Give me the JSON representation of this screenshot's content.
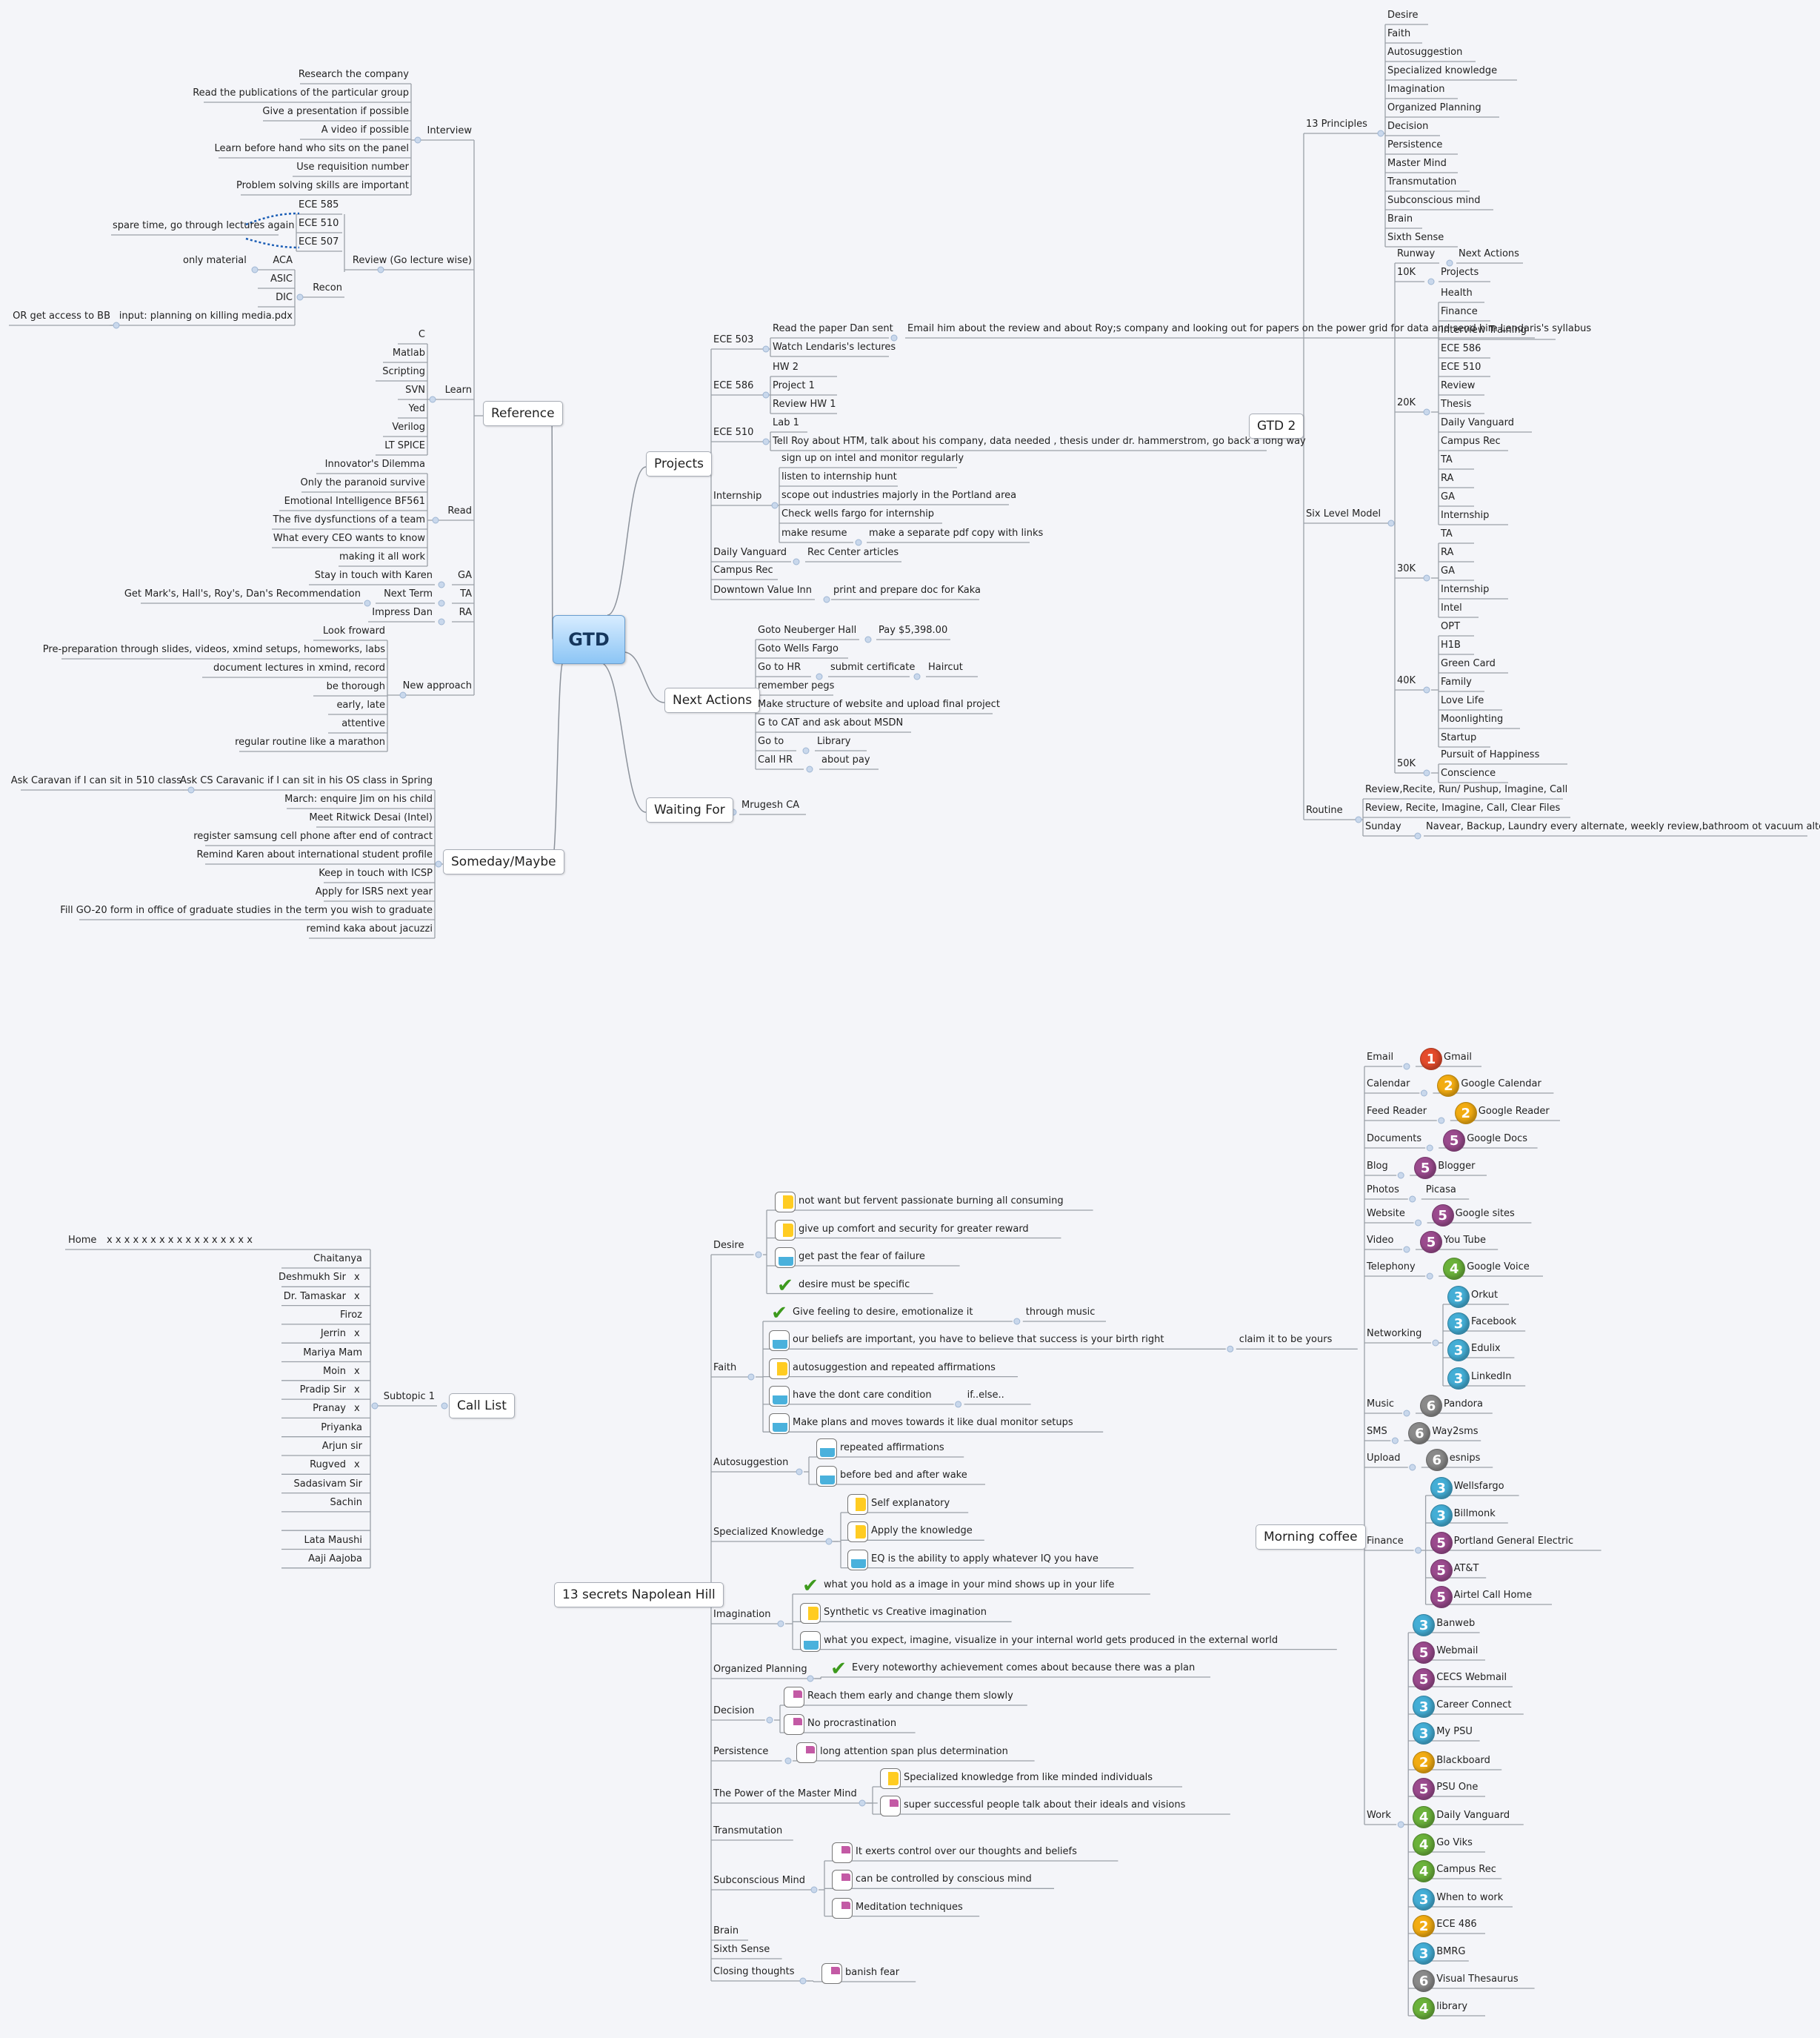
{
  "colors": {
    "background": "#f4f5f9",
    "line": "#9aa0a8",
    "root_fill": "#8cc5f5",
    "arrow": "#1a5db5",
    "priority": {
      "1": "#e44b2c",
      "2": "#f2ac12",
      "3": "#44aed6",
      "4": "#6bb23b",
      "5": "#9b4b8e",
      "6": "#8a8a8a"
    }
  },
  "gtd": {
    "title": "GTD",
    "reference": {
      "label": "Reference",
      "interview": {
        "label": "Interview",
        "items": [
          "Research the company",
          "Read the publications of the particular group",
          "Give a presentation if  possible",
          "A video if possible",
          "Learn before hand who sits on the panel",
          "Use requisition number",
          "Problem solving skills are important"
        ]
      },
      "review": {
        "label": "Review (Go lecture wise)",
        "note": "spare time, go through lectures again",
        "items": [
          "ECE 585",
          "ECE 510",
          "ECE 507"
        ]
      },
      "recon": {
        "label": "Recon",
        "aca": "ACA",
        "aca_note": "only material",
        "asic": "ASIC",
        "dic": "DIC",
        "input": "input: planning on killing media.pdx",
        "bb": "OR get access to BB"
      },
      "learn": {
        "label": "Learn",
        "items": [
          "C",
          "Matlab",
          "Scripting",
          "SVN",
          "Yed",
          "Verilog",
          "LT SPICE"
        ]
      },
      "read": {
        "label": "Read",
        "items": [
          "Innovator's Dilemma",
          "Only the paranoid survive",
          "Emotional Intelligence BF561",
          "The five dysfunctions of a team",
          "What every CEO wants to know",
          "making it all work"
        ]
      },
      "ga": {
        "label": "GA",
        "item": "Stay in touch with Karen"
      },
      "ta": {
        "label": "TA",
        "sub": "Next Term",
        "item": "Get Mark's, Hall's, Roy's, Dan's Recommendation"
      },
      "ra": {
        "label": "RA",
        "item": "Impress Dan"
      },
      "new_approach": {
        "label": "New approach",
        "items": [
          "Look froward",
          "Pre-preparation through slides, videos, xmind setups, homeworks, labs",
          "document lectures in xmind, record",
          "be thorough",
          "early, late",
          "attentive",
          "regular routine like a marathon"
        ]
      }
    },
    "someday": {
      "label": "Someday/Maybe",
      "first": "Ask CS Caravanic if I can sit in his OS class in Spring",
      "first_note": "Ask Caravan if I can sit in 510 class",
      "items": [
        "March: enquire Jim on his child",
        "Meet Ritwick Desai (Intel)",
        "register samsung cell phone after end of contract",
        "Remind Karen about international student profile",
        "Keep in touch with ICSP",
        "Apply for ISRS next year",
        "Fill GO-20 form in office of graduate studies in the term you wish to graduate",
        "remind kaka about jacuzzi"
      ]
    },
    "projects": {
      "label": "Projects",
      "ece503": {
        "label": "ECE 503",
        "paper": "Read the paper Dan sent",
        "email": "Email him about the review and about Roy;s company and looking out for papers on the power grid for data and send him Lendaris's syllabus",
        "lectures": "Watch Lendaris's lectures"
      },
      "ece586": {
        "label": "ECE 586",
        "items": [
          "HW 2",
          "Project 1",
          "Review HW 1"
        ]
      },
      "ece510": {
        "label": "ECE 510",
        "items": [
          "Lab 1",
          "Tell Roy about HTM, talk about his company, data needed , thesis under dr. hammerstrom, go back a long way"
        ]
      },
      "internship": {
        "label": "Internship",
        "items": [
          "sign up on intel and monitor regularly",
          "listen to internship hunt",
          "scope out industries majorly in the Portland area",
          "Check wells fargo for internship",
          "make resume"
        ],
        "resume_note": "make a separate pdf copy with links"
      },
      "vanguard": {
        "label": "Daily Vanguard",
        "item": "Rec Center articles"
      },
      "campus_rec": "Campus Rec",
      "downtown": {
        "label": "Downtown Value Inn",
        "item": "print and prepare doc for Kaka"
      }
    },
    "next_actions": {
      "label": "Next Actions",
      "neuberger": "Goto Neuberger Hall",
      "pay": "Pay $5,398.00",
      "wells": "Goto Wells Fargo",
      "hr": "Go to HR",
      "certificate": "submit certificate",
      "haircut": "Haircut",
      "pegs": "remember pegs",
      "website": "Make structure of website and upload final project",
      "cat": "G to CAT and ask about MSDN",
      "goto": "Go to",
      "library": "Library",
      "callhr": "Call HR",
      "aboutpay": "about pay"
    },
    "waiting": {
      "label": "Waiting For",
      "item": "Mrugesh CA"
    }
  },
  "gtd2": {
    "label": "GTD 2",
    "principles": {
      "label": "13 Principles",
      "items": [
        "Desire",
        "Faith",
        "Autosuggestion",
        "Specialized knowledge",
        "Imagination",
        "Organized Planning",
        "Decision",
        "Persistence",
        "Master Mind",
        "Transmutation",
        "Subconscious mind",
        "Brain",
        "Sixth Sense"
      ]
    },
    "six_level": {
      "label": "Six Level Model",
      "runway": {
        "label": "Runway",
        "item": "Next Actions"
      },
      "k10": {
        "label": "10K",
        "item": "Projects"
      },
      "k20": {
        "label": "20K",
        "items": [
          "Health",
          "Finance",
          "Interview Training",
          "ECE 586",
          "ECE 510",
          "Review",
          "Thesis",
          "Daily Vanguard",
          "Campus Rec",
          "TA",
          "RA",
          "GA",
          "Internship"
        ]
      },
      "k30": {
        "label": "30K",
        "items": [
          "TA",
          "RA",
          "GA",
          "Internship",
          "Intel"
        ]
      },
      "k40": {
        "label": "40K",
        "items": [
          "OPT",
          "H1B",
          "Green Card",
          "Family",
          "Love Life",
          "Moonlighting",
          "Startup"
        ]
      },
      "k50": {
        "label": "50K",
        "items": [
          "Pursuit of Happiness",
          "Conscience"
        ]
      }
    },
    "routine": {
      "label": "Routine",
      "items": [
        "Review,Recite, Run/ Pushup, Imagine, Call",
        "Review, Recite, Imagine, Call, Clear Files"
      ],
      "sunday": "Sunday",
      "sunday_item": "Navear, Backup, Laundry every alternate, weekly review,bathroom ot vacuum alternate"
    }
  },
  "call_list": {
    "label": "Call List",
    "subtopic": "Subtopic 1",
    "home": "Home",
    "home_marks": "x  x  x  x  x  x  x  x  x  x  x  x  x  x  x  x  x",
    "people": [
      {
        "name": "Chaitanya",
        "mark": ""
      },
      {
        "name": "Deshmukh Sir",
        "mark": "x"
      },
      {
        "name": "Dr. Tamaskar",
        "mark": "x"
      },
      {
        "name": "Firoz",
        "mark": ""
      },
      {
        "name": "Jerrin",
        "mark": "x"
      },
      {
        "name": "Mariya Mam",
        "mark": ""
      },
      {
        "name": "Moin",
        "mark": "x"
      },
      {
        "name": "Pradip Sir",
        "mark": "x"
      },
      {
        "name": "Pranay",
        "mark": "x"
      },
      {
        "name": "Priyanka",
        "mark": ""
      },
      {
        "name": "Arjun sir",
        "mark": ""
      },
      {
        "name": "Rugved",
        "mark": "x"
      },
      {
        "name": "Sadasivam Sir",
        "mark": ""
      },
      {
        "name": "Sachin",
        "mark": ""
      },
      {
        "name": "",
        "mark": ""
      },
      {
        "name": "Lata Maushi",
        "mark": ""
      },
      {
        "name": "Aaji Aajoba",
        "mark": ""
      }
    ]
  },
  "secrets": {
    "label": "13 secrets Napolean Hill",
    "desire": {
      "label": "Desire",
      "items": [
        {
          "text": "not want but fervent passionate burning all consuming",
          "task": "q1"
        },
        {
          "text": "give up comfort and security for greater reward",
          "task": "q1"
        },
        {
          "text": "get past the fear of failure",
          "task": "q2"
        },
        {
          "text": "desire must be specific",
          "task": "done"
        }
      ]
    },
    "faith": {
      "label": "Faith",
      "items": [
        {
          "text": "Give feeling to desire, emotionalize it",
          "task": "done",
          "note": "through music"
        },
        {
          "text": "our beliefs are important, you have to believe that success is your birth right",
          "task": "q2",
          "note": "claim it to be yours"
        },
        {
          "text": "autosuggestion and repeated affirmations",
          "task": "q1",
          "note": ""
        },
        {
          "text": "have the dont care condition",
          "task": "q2",
          "note": "if..else.."
        },
        {
          "text": "Make plans and moves towards it like dual monitor setups",
          "task": "q2",
          "note": ""
        }
      ]
    },
    "autosuggestion": {
      "label": "Autosuggestion",
      "items": [
        {
          "text": "repeated affirmations",
          "task": "q2"
        },
        {
          "text": "before bed and after wake",
          "task": "q2"
        }
      ]
    },
    "specialized": {
      "label": "Specialized Knowledge",
      "items": [
        {
          "text": "Self explanatory",
          "task": "q1"
        },
        {
          "text": "Apply the knowledge",
          "task": "q1"
        },
        {
          "text": "EQ is the ability to apply whatever IQ you have",
          "task": "q2"
        }
      ]
    },
    "imagination": {
      "label": "Imagination",
      "items": [
        {
          "text": "what you hold as a image in your mind shows up in your life",
          "task": "done"
        },
        {
          "text": "Synthetic vs Creative imagination",
          "task": "q1"
        },
        {
          "text": "what you expect, imagine, visualize in your internal world gets produced in the external world",
          "task": "q2"
        }
      ]
    },
    "planning": {
      "label": "Organized Planning",
      "items": [
        {
          "text": "Every noteworthy achievement comes about because there was a plan",
          "task": "done"
        }
      ]
    },
    "decision": {
      "label": "Decision",
      "items": [
        {
          "text": "Reach them early and change them slowly",
          "task": "q3"
        },
        {
          "text": "No procrastination",
          "task": "q3"
        }
      ]
    },
    "persistence": {
      "label": "Persistence",
      "items": [
        {
          "text": "long attention span plus determination",
          "task": "q3"
        }
      ]
    },
    "mastermind": {
      "label": "The Power of the Master Mind",
      "items": [
        {
          "text": "Specialized knowledge from like minded individuals",
          "task": "q1"
        },
        {
          "text": "super successful people talk about their ideals and visions",
          "task": "q3"
        }
      ]
    },
    "transmutation": {
      "label": "Transmutation"
    },
    "subconscious": {
      "label": "Subconscious Mind",
      "items": [
        {
          "text": "It exerts control over our thoughts and beliefs",
          "task": "q3"
        },
        {
          "text": "can be controlled by conscious mind",
          "task": "q3"
        },
        {
          "text": "Meditation techniques",
          "task": "q3"
        }
      ]
    },
    "brain": {
      "label": "Brain"
    },
    "sixth": {
      "label": "Sixth Sense"
    },
    "closing": {
      "label": "Closing thoughts",
      "items": [
        {
          "text": "banish fear",
          "task": "q3"
        }
      ]
    }
  },
  "morning": {
    "label": "Morning coffee",
    "groups": [
      {
        "label": "Email",
        "items": [
          {
            "name": "Gmail",
            "p": 1
          }
        ]
      },
      {
        "label": "Calendar",
        "items": [
          {
            "name": "Google Calendar",
            "p": 2
          }
        ]
      },
      {
        "label": "Feed Reader",
        "items": [
          {
            "name": "Google Reader",
            "p": 2
          }
        ]
      },
      {
        "label": "Documents",
        "items": [
          {
            "name": "Google Docs",
            "p": 5
          }
        ]
      },
      {
        "label": "Blog",
        "items": [
          {
            "name": "Blogger",
            "p": 5
          }
        ]
      },
      {
        "label": "Photos",
        "items": [
          {
            "name": "Picasa",
            "p": 0
          }
        ]
      },
      {
        "label": "Website",
        "items": [
          {
            "name": "Google sites",
            "p": 5
          }
        ]
      },
      {
        "label": "Video",
        "items": [
          {
            "name": "You Tube",
            "p": 5
          }
        ]
      },
      {
        "label": "Telephony",
        "items": [
          {
            "name": "Google Voice",
            "p": 4
          }
        ]
      },
      {
        "label": "Networking",
        "items": [
          {
            "name": "Orkut",
            "p": 3
          },
          {
            "name": "Facebook",
            "p": 3
          },
          {
            "name": "Edulix",
            "p": 3
          },
          {
            "name": "LinkedIn",
            "p": 3
          }
        ]
      },
      {
        "label": "Music",
        "items": [
          {
            "name": "Pandora",
            "p": 6
          }
        ]
      },
      {
        "label": "SMS",
        "items": [
          {
            "name": "Way2sms",
            "p": 6
          }
        ]
      },
      {
        "label": "Upload",
        "items": [
          {
            "name": "esnips",
            "p": 6
          }
        ]
      },
      {
        "label": "Finance",
        "items": [
          {
            "name": "Wellsfargo",
            "p": 3
          },
          {
            "name": "Billmonk",
            "p": 3
          },
          {
            "name": "Portland General Electric",
            "p": 5
          },
          {
            "name": "AT&T",
            "p": 5
          },
          {
            "name": "Airtel Call Home",
            "p": 5
          }
        ]
      },
      {
        "label": "Work",
        "items": [
          {
            "name": "Banweb",
            "p": 3
          },
          {
            "name": "Webmail",
            "p": 5
          },
          {
            "name": "CECS Webmail",
            "p": 5
          },
          {
            "name": "Career Connect",
            "p": 3
          },
          {
            "name": "My PSU",
            "p": 3
          },
          {
            "name": "Blackboard",
            "p": 2
          },
          {
            "name": "PSU One",
            "p": 5
          },
          {
            "name": "Daily Vanguard",
            "p": 4
          },
          {
            "name": "Go Viks",
            "p": 4
          },
          {
            "name": "Campus Rec",
            "p": 4
          },
          {
            "name": "When to work",
            "p": 3
          },
          {
            "name": "ECE 486",
            "p": 2
          },
          {
            "name": "BMRG",
            "p": 3
          },
          {
            "name": "Visual Thesaurus",
            "p": 6
          },
          {
            "name": "library",
            "p": 4
          }
        ]
      }
    ]
  }
}
